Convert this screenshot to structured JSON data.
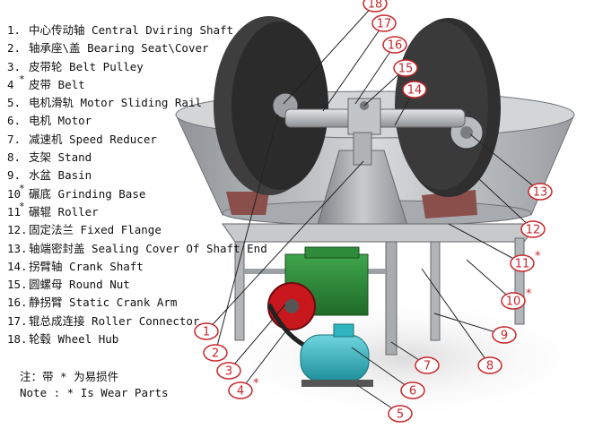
{
  "legend": [
    {
      "num": "1.",
      "zh": "中心传动轴",
      "en": "Central Dviring Shaft"
    },
    {
      "num": "2.",
      "zh": "轴承座\\盖",
      "en": "Bearing Seat\\Cover"
    },
    {
      "num": "3.",
      "zh": "皮带轮",
      "en": "Belt Pulley"
    },
    {
      "num": "4",
      "star": "*",
      "zh": "皮带",
      "en": "Belt"
    },
    {
      "num": "5.",
      "zh": "电机滑轨",
      "en": "Motor Sliding Rail"
    },
    {
      "num": "6.",
      "zh": "电机",
      "en": "Motor"
    },
    {
      "num": "7.",
      "zh": "减速机",
      "en": "Speed Reducer"
    },
    {
      "num": "8.",
      "zh": "支架",
      "en": "Stand"
    },
    {
      "num": "9.",
      "zh": "水盆",
      "en": "Basin"
    },
    {
      "num": "10",
      "star": "*",
      "zh": "碾底",
      "en": "Grinding Base"
    },
    {
      "num": "11",
      "star": "*",
      "zh": "碾辊",
      "en": "Roller"
    },
    {
      "num": "12.",
      "zh": "固定法兰",
      "en": "Fixed Flange"
    },
    {
      "num": "13.",
      "zh": "轴端密封盖",
      "en": "Sealing Cover Of Shaft End"
    },
    {
      "num": "14.",
      "zh": "拐臂轴",
      "en": "Crank Shaft"
    },
    {
      "num": "15.",
      "zh": "圆螺母",
      "en": "Round Nut"
    },
    {
      "num": "16.",
      "zh": "静拐臂",
      "en": "Static Crank Arm"
    },
    {
      "num": "17.",
      "zh": "辊总成连接",
      "en": "Roller Connector"
    },
    {
      "num": "18.",
      "zh": "轮毂",
      "en": "Wheel Hub"
    }
  ],
  "note": {
    "zh": "注：带 * 为易损件",
    "en": "Note : * Is Wear Parts"
  },
  "callouts": [
    {
      "label": "1",
      "star": ""
    },
    {
      "label": "2",
      "star": ""
    },
    {
      "label": "3",
      "star": ""
    },
    {
      "label": "4",
      "star": "*"
    },
    {
      "label": "5",
      "star": ""
    },
    {
      "label": "6",
      "star": ""
    },
    {
      "label": "7",
      "star": ""
    },
    {
      "label": "8",
      "star": ""
    },
    {
      "label": "9",
      "star": ""
    },
    {
      "label": "10",
      "star": "*"
    },
    {
      "label": "11",
      "star": "*"
    },
    {
      "label": "12",
      "star": ""
    },
    {
      "label": "13",
      "star": ""
    },
    {
      "label": "14",
      "star": ""
    },
    {
      "label": "15",
      "star": ""
    },
    {
      "label": "16",
      "star": ""
    },
    {
      "label": "17",
      "star": ""
    },
    {
      "label": "18",
      "star": ""
    }
  ],
  "colors": {
    "callout": "#c8262a",
    "leader": "#222222",
    "motor": "#2fb5c0",
    "reducer": "#2e8b3a",
    "pulley": "#c9171e",
    "roller": "#3a3a3a",
    "steel": "#b9bcc0"
  }
}
